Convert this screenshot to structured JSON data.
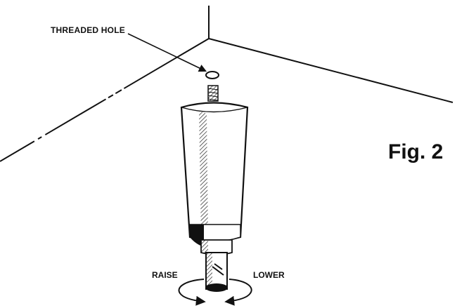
{
  "labels": {
    "threaded_hole": "THREADED HOLE",
    "raise": "RAISE",
    "lower": "LOWER",
    "figure": "Fig. 2"
  }
}
